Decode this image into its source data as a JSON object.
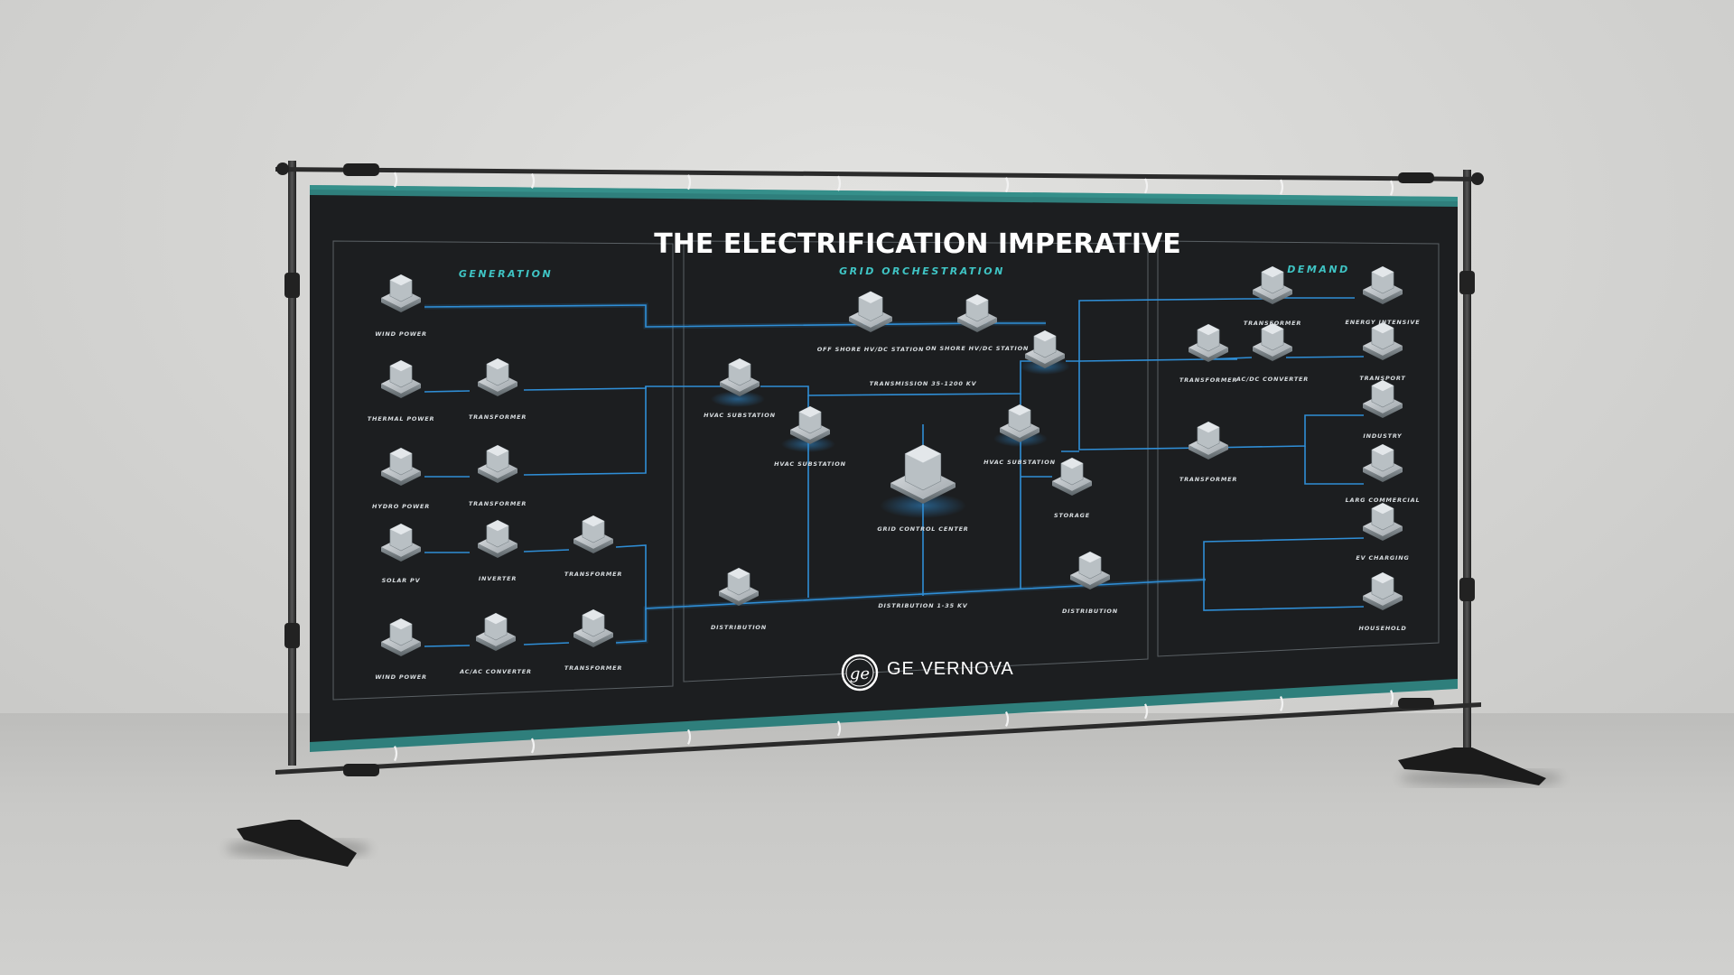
{
  "banner": {
    "title": "THE ELECTRIFICATION IMPERATIVE",
    "brand": "GE VERNOVA",
    "colors": {
      "background": "#1c1e20",
      "accent_teal": "#2f7f7c",
      "line_blue": "#2f8ed6",
      "section_teal": "#3fc4c4"
    }
  },
  "sections": {
    "generation": "GENERATION",
    "grid": "GRID ORCHESTRATION",
    "demand": "DEMAND"
  },
  "nodes": {
    "gen_wind_1": "WIND POWER",
    "gen_thermal": "THERMAL POWER",
    "gen_transformer_1": "TRANSFORMER",
    "gen_hydro": "HYDRO POWER",
    "gen_transformer_2": "TRANSFORMER",
    "gen_solar": "SOLAR PV",
    "gen_inverter": "INVERTER",
    "gen_transformer_3": "TRANSFORMER",
    "gen_wind_2": "WIND POWER",
    "gen_acac": "AC/AC CONVERTER",
    "gen_transformer_4": "TRANSFORMER",
    "grid_offshore": "OFF SHORE HV/DC STATION",
    "grid_onshore": "ON SHORE HV/DC STATION",
    "grid_transmission": "TRANSMISSION 35-1200 KV",
    "grid_hvac_1": "HVAC SUBSTATION",
    "grid_hvac_2": "HVAC SUBSTATION",
    "grid_hvac_3": "HVAC SUBSTATION",
    "grid_control": "GRID CONTROL CENTER",
    "grid_storage": "STORAGE",
    "grid_distribution_1": "DISTRIBUTION",
    "grid_distribution_2": "DISTRIBUTION",
    "grid_distribution_line": "DISTRIBUTION 1-35 KV",
    "dem_transformer_1": "TRANSFORMER",
    "dem_energy_intensive": "ENERGY INTENSIVE",
    "dem_transformer_2": "TRANSFORMER",
    "dem_acdc": "AC/DC CONVERTER",
    "dem_transport": "TRANSPORT",
    "dem_industry": "INDUSTRY",
    "dem_transformer_3": "TRANSFORMER",
    "dem_large_commercial": "LARG COMMERCIAL",
    "dem_ev": "EV CHARGING",
    "dem_household": "HOUSEHOLD"
  },
  "icons": [
    "wind-turbine-icon",
    "power-plant-icon",
    "transformer-icon",
    "substation-icon",
    "control-center-icon",
    "battery-storage-icon",
    "power-pylon-icon",
    "solar-panel-icon",
    "house-icon",
    "factory-icon",
    "ev-charger-icon",
    "ge-logo-icon"
  ]
}
